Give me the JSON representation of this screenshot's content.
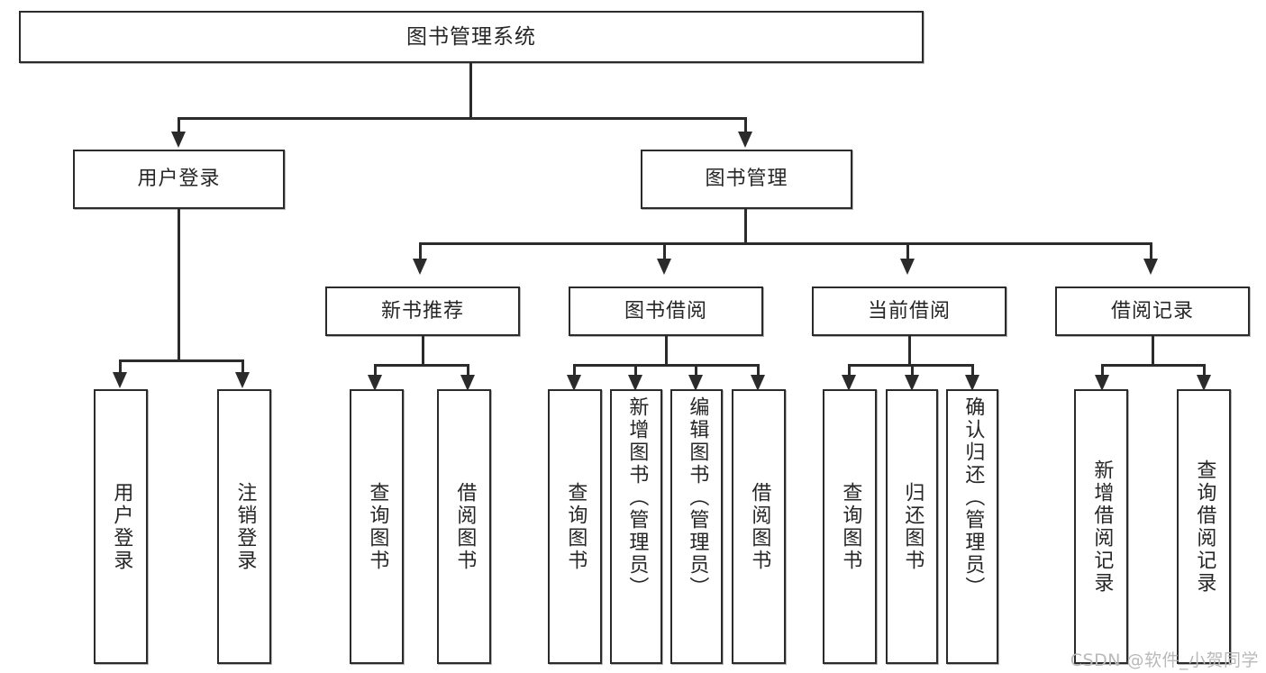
{
  "diagram": {
    "type": "tree-hierarchy",
    "title": "图书管理系统",
    "root": {
      "id": "root",
      "label": "图书管理系统"
    },
    "level2": [
      {
        "id": "user-login",
        "label": "用户登录"
      },
      {
        "id": "book-manage",
        "label": "图书管理"
      }
    ],
    "level3": [
      {
        "id": "new-book-rec",
        "label": "新书推荐"
      },
      {
        "id": "book-borrow",
        "label": "图书借阅"
      },
      {
        "id": "current-borrow",
        "label": "当前借阅"
      },
      {
        "id": "borrow-record",
        "label": "借阅记录"
      }
    ],
    "leaves": {
      "user_login": [
        {
          "id": "leaf-user-login",
          "label": "用户登录"
        },
        {
          "id": "leaf-logout",
          "label": "注销登录"
        }
      ],
      "new_book_rec": [
        {
          "id": "leaf-query-book-1",
          "label": "查询图书"
        },
        {
          "id": "leaf-borrow-book-1",
          "label": "借阅图书"
        }
      ],
      "book_borrow": [
        {
          "id": "leaf-query-book-2",
          "label": "查询图书"
        },
        {
          "id": "leaf-add-book",
          "label": "新增图书（管理员）"
        },
        {
          "id": "leaf-edit-book",
          "label": "编辑图书（管理员）"
        },
        {
          "id": "leaf-borrow-book-2",
          "label": "借阅图书"
        }
      ],
      "current_borrow": [
        {
          "id": "leaf-query-book-3",
          "label": "查询图书"
        },
        {
          "id": "leaf-return-book",
          "label": "归还图书"
        },
        {
          "id": "leaf-confirm-return",
          "label": "确认归还（管理员）"
        }
      ],
      "borrow_record": [
        {
          "id": "leaf-add-record",
          "label": "新增借阅记录"
        },
        {
          "id": "leaf-query-record",
          "label": "查询借阅记录"
        }
      ]
    }
  },
  "watermark": {
    "text": "CSDN @软件_小贺同学"
  },
  "colors": {
    "stroke": "#2b2b2b",
    "fill": "#ffffff",
    "text": "#262626",
    "watermark": "#b9b9b9"
  }
}
